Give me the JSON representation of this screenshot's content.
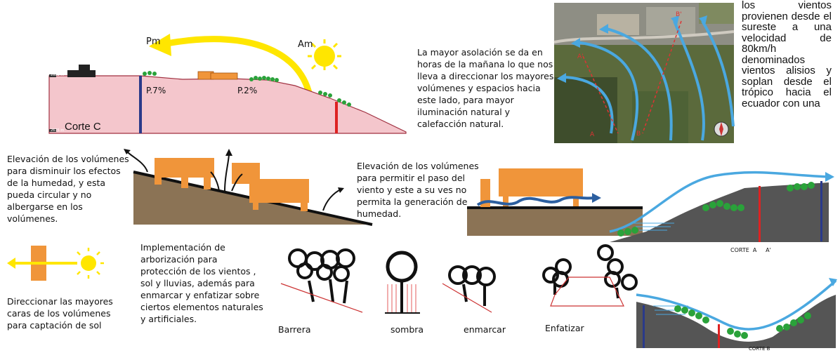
{
  "section_c": {
    "pm_label": "Pm",
    "am_label": "Am",
    "height_top": "2685 m",
    "height_bottom": "2675 m",
    "slope1": "P.7%",
    "slope2": "P.2%",
    "title": "Corte  C"
  },
  "solar_text": "La mayor asolación se da en horas de la mañana lo que nos lleva a direccionar los mayores volúmenes y espacios hacia este lado, para mayor iluminación natural y calefacción natural.",
  "wind_text": "los vientos provienen desde el sureste a una velocidad de 80km/h denominados vientos alisios y soplan desde el trópico hacia el ecuador con una",
  "map_labels": {
    "a": "A",
    "a2": "A'",
    "b": "B",
    "b2": "B'"
  },
  "humidity_text": "Elevación de los volúmenes para disminuir los efectos de la humedad, y esta pueda circular y no albergarse en los volúmenes.",
  "wind_pass_text": "Elevación de los volúmenes para permitir el paso del viento y este  a su ves no permita la generación de humedad.",
  "section_a_label": "CORTE  A     A'",
  "section_b_label": "CORTE  B",
  "sun_text": "Direccionar las mayores caras de los volúmenes para captación de sol",
  "trees_text": "Implementación de arborización para protección de los vientos , sol y lluvias, además para enmarcar y enfatizar sobre ciertos elementos naturales y artificiales.",
  "tree_labels": [
    "Barrera",
    "sombra",
    "enmarcar",
    "Enfatizar"
  ],
  "colors": {
    "ground_pink": "#f4c6cc",
    "orange": "#f0953a",
    "wind_blue": "#4aa8e0",
    "sun_yellow": "#ffe600",
    "tree_green": "#2aa23a",
    "earth_brown": "#8b7355"
  }
}
